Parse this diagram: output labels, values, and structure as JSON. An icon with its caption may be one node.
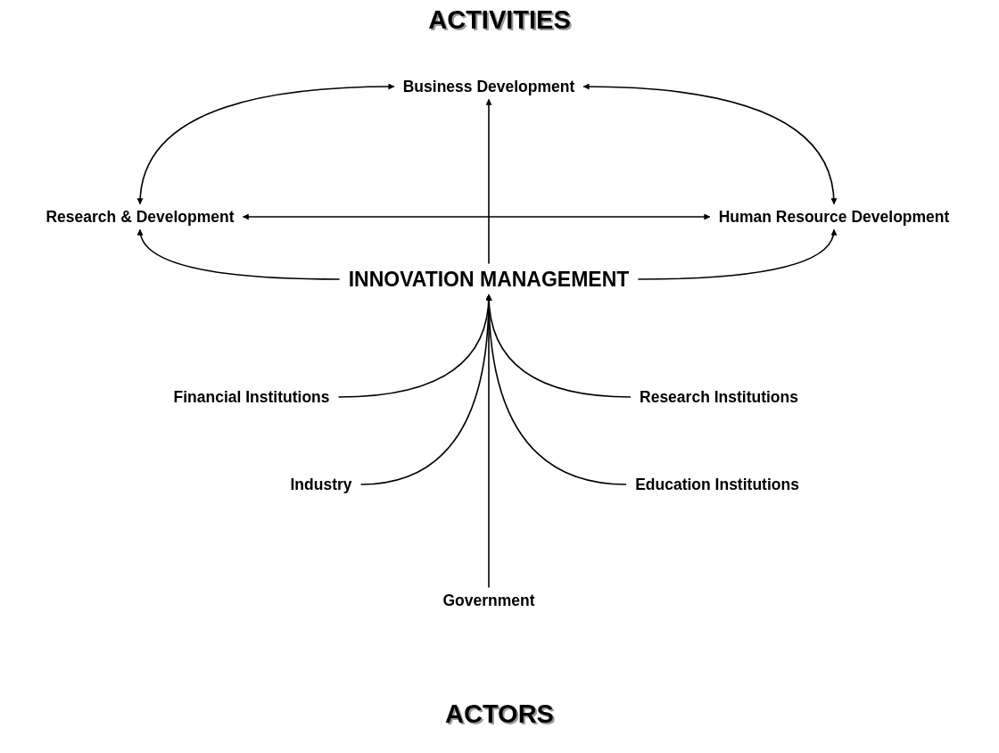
{
  "diagram": {
    "title": "ACTIVITIES",
    "nodes": [
      {
        "text": [
          "Business Development"
        ]
      },
      {
        "text": [
          "Research & Development"
        ]
      },
      {
        "text": [
          "Human Resource Development"
        ]
      },
      {
        "text": [
          "INNOVATION MANAGEMENT"
        ]
      },
      {
        "text": [
          "Financial Institutions"
        ]
      },
      {
        "text": [
          "Research Institutions"
        ]
      },
      {
        "text": [
          "Industry"
        ]
      },
      {
        "text": [
          "Education Institutions"
        ]
      },
      {
        "text": [
          "Government"
        ]
      }
    ],
    "edges": [
      {
        "from": 1,
        "to": 0,
        "arrow": "both"
      },
      {
        "from": 0,
        "to": 2,
        "arrow": "both"
      },
      {
        "from": 1,
        "to": 2,
        "arrow": "both"
      },
      {
        "from": 3,
        "to": 0,
        "arrow": "to"
      },
      {
        "from": 3,
        "to": 1,
        "arrow": "to"
      },
      {
        "from": 3,
        "to": 2,
        "arrow": "to"
      },
      {
        "from": 4,
        "to": 3,
        "arrow": "to"
      },
      {
        "from": 5,
        "to": 3,
        "arrow": "to"
      },
      {
        "from": 6,
        "to": 3,
        "arrow": "to"
      },
      {
        "from": 7,
        "to": 3,
        "arrow": "to"
      },
      {
        "from": 8,
        "to": 3,
        "arrow": "to"
      }
    ],
    "labels": [
      "ACTORS"
    ]
  }
}
